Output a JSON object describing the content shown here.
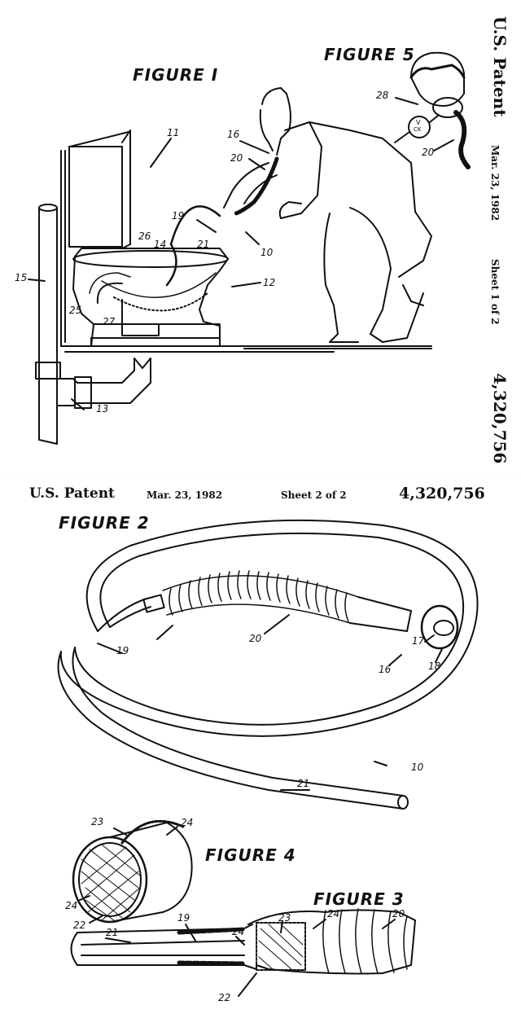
{
  "sheet1": {
    "patent_label": "U.S. Patent",
    "date": "Mar. 23, 1982",
    "sheet": "Sheet 1 of 2",
    "patent_number": "4,320,756",
    "figure1_title": "FIGURE I",
    "figure5_title": "FIGURE 5",
    "refs": {
      "r11": "11",
      "r16": "16",
      "r20": "20",
      "r19": "19",
      "r10": "10",
      "r12": "12",
      "r26": "26",
      "r14": "14",
      "r21": "21",
      "r15": "15",
      "r25": "25",
      "r27": "27",
      "r13": "13",
      "r28": "28",
      "r20b": "20",
      "valve_v": "V",
      "valve_ck": "CK"
    }
  },
  "sheet2": {
    "patent_label": "U.S. Patent",
    "date": "Mar. 23, 1982",
    "sheet": "Sheet 2 of 2",
    "patent_number": "4,320,756",
    "figure2_title": "FIGURE 2",
    "figure4_title": "FIGURE 4",
    "figure3_title": "FIGURE 3",
    "refs": {
      "r19": "19",
      "r20": "20",
      "r17": "17",
      "r16": "16",
      "r18": "18",
      "r10": "10",
      "r21": "21",
      "f4_23": "23",
      "f4_24a": "24",
      "f4_24b": "24",
      "f4_22": "22",
      "f3_19": "19",
      "f3_21": "21",
      "f3_24a": "24",
      "f3_23": "23",
      "f3_24b": "24",
      "f3_20": "20",
      "f3_22": "22"
    }
  }
}
